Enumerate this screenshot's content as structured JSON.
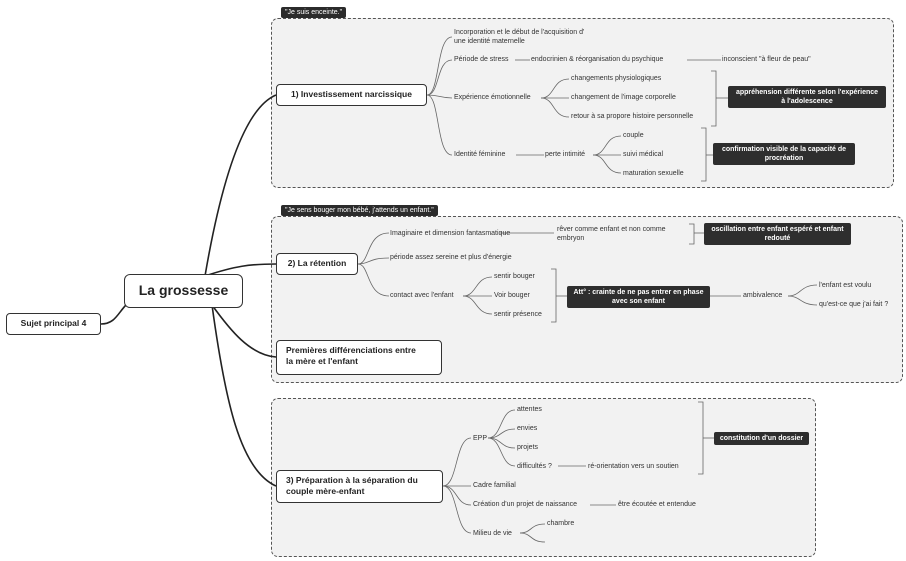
{
  "root": {
    "label": "Sujet principal 4"
  },
  "central": {
    "label": "La grossesse"
  },
  "zones": {
    "z1_tag": "\"Je suis enceinte.\"",
    "z2_tag": "\"Je sens bouger mon bébé, j'attends un enfant.\""
  },
  "branch1": {
    "title": "1) Investissement narcissique",
    "incorp_l1": "Incorporation et le début de l'acquisition d'",
    "incorp_l2": "une identité maternelle",
    "stress": "Période de stress",
    "endo": "endocrinien & réorganisation du psychique",
    "inconscient": "inconscient \"à fleur de peau\"",
    "emo": "Expérience émotionnelle",
    "phys": "changements physiologiques",
    "image": "changement de l'image corporelle",
    "retour": "retour à sa propore histoire personnelle",
    "apprehension_l1": "appréhension différente selon l'expérience",
    "apprehension_l2": "à l'adolescence",
    "identite": "Identité féminine",
    "perte": "perte intimité",
    "couple": "couple",
    "suivi": "suivi médical",
    "maturation": "maturation sexuelle",
    "confirm_l1": "confirmation visible de la capacité de",
    "confirm_l2": "procréation"
  },
  "branch2": {
    "title": "2) La rétention",
    "imaginaire": "Imaginaire et dimension fantasmatique",
    "rever_l1": "rêver comme enfant et non comme",
    "rever_l2": "embryon",
    "oscill_l1": "oscillation entre enfant espéré et enfant",
    "oscill_l2": "redouté",
    "periode": "période assez sereine et plus d'énergie",
    "contact": "contact avec l'enfant",
    "sentir": "sentir bouger",
    "voir": "Voir bouger",
    "presence": "sentir présence",
    "att_l1": "Att° : crainte de ne pas entrer en phase",
    "att_l2": "avec son enfant",
    "ambivalence": "ambivalence",
    "voulu": "l'enfant est voulu",
    "quest": "qu'est-ce que j'ai fait ?"
  },
  "branch_mid": {
    "l1": "Premières différenciations entre",
    "l2": "la mère et l'enfant"
  },
  "branch3": {
    "title_l1": "3) Préparation à la séparation du",
    "title_l2": "couple mère-enfant",
    "epp": "EPP",
    "attentes": "attentes",
    "envies": "envies",
    "projets": "projets",
    "difficultes": "difficultés ?",
    "reorientation": "ré-orientation vers un soutien",
    "dossier": "constitution d'un dossier",
    "cadre": "Cadre familial",
    "creation": "Création d'un projet de naissance",
    "ecoutee": "être écoutée et entendue",
    "milieu": "Milieu de vie",
    "chambre": "chambre"
  }
}
